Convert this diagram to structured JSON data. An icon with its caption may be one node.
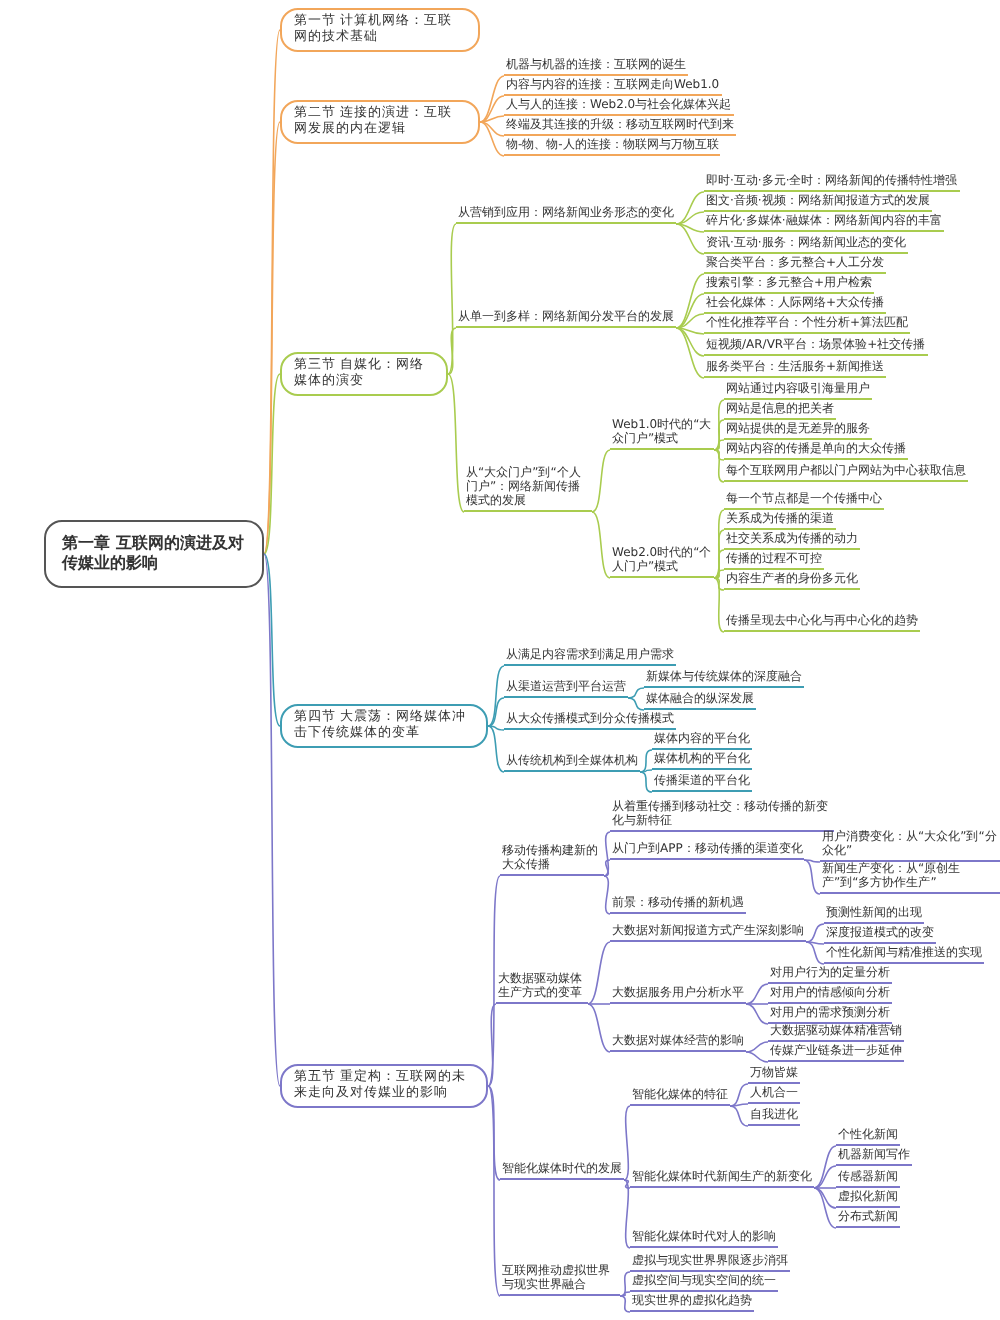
{
  "diagram": {
    "nodes": [
      {
        "text": [
          "第一章 互联网的演进及对传媒业的影响"
        ]
      },
      {
        "text": [
          "第一节 计算机网络：互联网的技术基础"
        ]
      },
      {
        "text": [
          "第二节 连接的演进：互联网发展的内在逻辑"
        ]
      },
      {
        "text": [
          "机器与机器的连接：互联网的诞生"
        ]
      },
      {
        "text": [
          "内容与内容的连接：互联网走向Web1.0"
        ]
      },
      {
        "text": [
          "人与人的连接：Web2.0与社会化媒体兴起"
        ]
      },
      {
        "text": [
          "终端及其连接的升级：移动互联网时代到来"
        ]
      },
      {
        "text": [
          "物-物、物-人的连接：物联网与万物互联"
        ]
      },
      {
        "text": [
          "第三节 自媒化：网络媒体的演变"
        ]
      },
      {
        "text": [
          "从营销到应用：网络新闻业务形态的变化"
        ]
      },
      {
        "text": [
          "即时·互动·多元·全时：网络新闻的传播特性增强"
        ]
      },
      {
        "text": [
          "图文·音频·视频：网络新闻报道方式的发展"
        ]
      },
      {
        "text": [
          "碎片化·多媒体·融媒体：网络新闻内容的丰富"
        ]
      },
      {
        "text": [
          "资讯·互动·服务：网络新闻业态的变化"
        ]
      },
      {
        "text": [
          "从单一到多样：网络新闻分发平台的发展"
        ]
      },
      {
        "text": [
          "聚合类平台：多元整合+人工分发"
        ]
      },
      {
        "text": [
          "搜索引擎：多元整合+用户检索"
        ]
      },
      {
        "text": [
          "社会化媒体：人际网络+大众传播"
        ]
      },
      {
        "text": [
          "个性化推荐平台：个性分析+算法匹配"
        ]
      },
      {
        "text": [
          "短视频/AR/VR平台：场景体验+社交传播"
        ]
      },
      {
        "text": [
          "服务类平台：生活服务+新闻推送"
        ]
      },
      {
        "text": [
          "从“大众门户”到“个人门户”：网络新闻传播模式的发展"
        ]
      },
      {
        "text": [
          "Web1.0时代的“大众门户”模式"
        ]
      },
      {
        "text": [
          "网站通过内容吸引海量用户"
        ]
      },
      {
        "text": [
          "网站是信息的把关者"
        ]
      },
      {
        "text": [
          "网站提供的是无差异的服务"
        ]
      },
      {
        "text": [
          "网站内容的传播是单向的大众传播"
        ]
      },
      {
        "text": [
          "每个互联网用户都以门户网站为中心获取信息"
        ]
      },
      {
        "text": [
          "Web2.0时代的“个人门户”模式"
        ]
      },
      {
        "text": [
          "每一个节点都是一个传播中心"
        ]
      },
      {
        "text": [
          "关系成为传播的渠道"
        ]
      },
      {
        "text": [
          "社交关系成为传播的动力"
        ]
      },
      {
        "text": [
          "传播的过程不可控"
        ]
      },
      {
        "text": [
          "内容生产者的身份多元化"
        ]
      },
      {
        "text": [
          "传播呈现去中心化与再中心化的趋势"
        ]
      },
      {
        "text": [
          "第四节 大震荡：网络媒体冲击下传统媒体的变革"
        ]
      },
      {
        "text": [
          "从满足内容需求到满足用户需求"
        ]
      },
      {
        "text": [
          "从渠道运营到平台运营"
        ]
      },
      {
        "text": [
          "新媒体与传统媒体的深度融合"
        ]
      },
      {
        "text": [
          "媒体融合的纵深发展"
        ]
      },
      {
        "text": [
          "从大众传播模式到分众传播模式"
        ]
      },
      {
        "text": [
          "从传统机构到全媒体机构"
        ]
      },
      {
        "text": [
          "媒体内容的平台化"
        ]
      },
      {
        "text": [
          "媒体机构的平台化"
        ]
      },
      {
        "text": [
          "传播渠道的平台化"
        ]
      },
      {
        "text": [
          "第五节 重定构：互联网的未来走向及对传媒业的影响"
        ]
      },
      {
        "text": [
          "移动传播构建新的大众传播"
        ]
      },
      {
        "text": [
          "从着重传播到移动社交：移动传播的新变化与新特征"
        ]
      },
      {
        "text": [
          "从门户到APP：移动传播的渠道变化"
        ]
      },
      {
        "text": [
          "用户消费变化：从“大众化”到“分众化”"
        ]
      },
      {
        "text": [
          "新闻生产变化：从“原创生产”到“多方协作生产”"
        ]
      },
      {
        "text": [
          "前景：移动传播的新机遇"
        ]
      },
      {
        "text": [
          "大数据驱动媒体生产方式的变革"
        ]
      },
      {
        "text": [
          "大数据对新闻报道方式产生深刻影响"
        ]
      },
      {
        "text": [
          "预测性新闻的出现"
        ]
      },
      {
        "text": [
          "深度报道模式的改变"
        ]
      },
      {
        "text": [
          "个性化新闻与精准推送的实现"
        ]
      },
      {
        "text": [
          "大数据服务用户分析水平"
        ]
      },
      {
        "text": [
          "对用户行为的定量分析"
        ]
      },
      {
        "text": [
          "对用户的情感倾向分析"
        ]
      },
      {
        "text": [
          "对用户的需求预测分析"
        ]
      },
      {
        "text": [
          "大数据对媒体经营的影响"
        ]
      },
      {
        "text": [
          "大数据驱动媒体精准营销"
        ]
      },
      {
        "text": [
          "传媒产业链条进一步延伸"
        ]
      },
      {
        "text": [
          "智能化媒体时代的发展"
        ]
      },
      {
        "text": [
          "智能化媒体的特征"
        ]
      },
      {
        "text": [
          "万物皆媒"
        ]
      },
      {
        "text": [
          "人机合一"
        ]
      },
      {
        "text": [
          "自我进化"
        ]
      },
      {
        "text": [
          "智能化媒体时代新闻生产的新变化"
        ]
      },
      {
        "text": [
          "个性化新闻"
        ]
      },
      {
        "text": [
          "机器新闻写作"
        ]
      },
      {
        "text": [
          "传感器新闻"
        ]
      },
      {
        "text": [
          "虚拟化新闻"
        ]
      },
      {
        "text": [
          "分布式新闻"
        ]
      },
      {
        "text": [
          "智能化媒体时代对人的影响"
        ]
      },
      {
        "text": [
          "互联网推动虚拟世界与现实世界融合"
        ]
      },
      {
        "text": [
          "虚拟与现实世界界限逐步消弭"
        ]
      },
      {
        "text": [
          "虚拟空间与现实空间的统一"
        ]
      },
      {
        "text": [
          "现实世界的虚拟化趋势"
        ]
      }
    ],
    "edges": [
      {
        "from": 0,
        "to": 1,
        "arrow": "none",
        "color": "#f2a65a"
      },
      {
        "from": 0,
        "to": 2,
        "arrow": "none",
        "color": "#f2a65a"
      },
      {
        "from": 2,
        "to": 3,
        "arrow": "none",
        "color": "#f2a65a"
      },
      {
        "from": 2,
        "to": 4,
        "arrow": "none",
        "color": "#f2a65a"
      },
      {
        "from": 2,
        "to": 5,
        "arrow": "none",
        "color": "#f2a65a"
      },
      {
        "from": 2,
        "to": 6,
        "arrow": "none",
        "color": "#f2a65a"
      },
      {
        "from": 2,
        "to": 7,
        "arrow": "none",
        "color": "#f2a65a"
      },
      {
        "from": 0,
        "to": 8,
        "arrow": "none",
        "color": "#a9cc4f"
      },
      {
        "from": 8,
        "to": 9,
        "arrow": "none",
        "color": "#a9cc4f"
      },
      {
        "from": 9,
        "to": 10,
        "arrow": "none",
        "color": "#a9cc4f"
      },
      {
        "from": 9,
        "to": 11,
        "arrow": "none",
        "color": "#a9cc4f"
      },
      {
        "from": 9,
        "to": 12,
        "arrow": "none",
        "color": "#a9cc4f"
      },
      {
        "from": 9,
        "to": 13,
        "arrow": "none",
        "color": "#a9cc4f"
      },
      {
        "from": 8,
        "to": 14,
        "arrow": "none",
        "color": "#a9cc4f"
      },
      {
        "from": 14,
        "to": 15,
        "arrow": "none",
        "color": "#a9cc4f"
      },
      {
        "from": 14,
        "to": 16,
        "arrow": "none",
        "color": "#a9cc4f"
      },
      {
        "from": 14,
        "to": 17,
        "arrow": "none",
        "color": "#a9cc4f"
      },
      {
        "from": 14,
        "to": 18,
        "arrow": "none",
        "color": "#a9cc4f"
      },
      {
        "from": 14,
        "to": 19,
        "arrow": "none",
        "color": "#a9cc4f"
      },
      {
        "from": 14,
        "to": 20,
        "arrow": "none",
        "color": "#a9cc4f"
      },
      {
        "from": 8,
        "to": 21,
        "arrow": "none",
        "color": "#a9cc4f"
      },
      {
        "from": 21,
        "to": 22,
        "arrow": "none",
        "color": "#a9cc4f"
      },
      {
        "from": 22,
        "to": 23,
        "arrow": "none",
        "color": "#a9cc4f"
      },
      {
        "from": 22,
        "to": 24,
        "arrow": "none",
        "color": "#a9cc4f"
      },
      {
        "from": 22,
        "to": 25,
        "arrow": "none",
        "color": "#a9cc4f"
      },
      {
        "from": 22,
        "to": 26,
        "arrow": "none",
        "color": "#a9cc4f"
      },
      {
        "from": 22,
        "to": 27,
        "arrow": "none",
        "color": "#a9cc4f"
      },
      {
        "from": 21,
        "to": 28,
        "arrow": "none",
        "color": "#a9cc4f"
      },
      {
        "from": 28,
        "to": 29,
        "arrow": "none",
        "color": "#a9cc4f"
      },
      {
        "from": 28,
        "to": 30,
        "arrow": "none",
        "color": "#a9cc4f"
      },
      {
        "from": 28,
        "to": 31,
        "arrow": "none",
        "color": "#a9cc4f"
      },
      {
        "from": 28,
        "to": 32,
        "arrow": "none",
        "color": "#a9cc4f"
      },
      {
        "from": 28,
        "to": 33,
        "arrow": "none",
        "color": "#a9cc4f"
      },
      {
        "from": 28,
        "to": 34,
        "arrow": "none",
        "color": "#a9cc4f"
      },
      {
        "from": 0,
        "to": 35,
        "arrow": "none",
        "color": "#3d9db3"
      },
      {
        "from": 35,
        "to": 36,
        "arrow": "none",
        "color": "#3d9db3"
      },
      {
        "from": 35,
        "to": 37,
        "arrow": "none",
        "color": "#3d9db3"
      },
      {
        "from": 37,
        "to": 38,
        "arrow": "none",
        "color": "#3d9db3"
      },
      {
        "from": 37,
        "to": 39,
        "arrow": "none",
        "color": "#3d9db3"
      },
      {
        "from": 35,
        "to": 40,
        "arrow": "none",
        "color": "#3d9db3"
      },
      {
        "from": 35,
        "to": 41,
        "arrow": "none",
        "color": "#3d9db3"
      },
      {
        "from": 41,
        "to": 42,
        "arrow": "none",
        "color": "#3d9db3"
      },
      {
        "from": 41,
        "to": 43,
        "arrow": "none",
        "color": "#3d9db3"
      },
      {
        "from": 41,
        "to": 44,
        "arrow": "none",
        "color": "#3d9db3"
      },
      {
        "from": 0,
        "to": 45,
        "arrow": "none"
      },
      {
        "from": 45,
        "to": 46,
        "arrow": "none"
      },
      {
        "from": 46,
        "to": 47,
        "arrow": "none"
      },
      {
        "from": 46,
        "to": 48,
        "arrow": "none"
      },
      {
        "from": 48,
        "to": 49,
        "arrow": "none"
      },
      {
        "from": 48,
        "to": 50,
        "arrow": "none"
      },
      {
        "from": 46,
        "to": 51,
        "arrow": "none"
      },
      {
        "from": 45,
        "to": 52,
        "arrow": "none"
      },
      {
        "from": 52,
        "to": 53,
        "arrow": "none"
      },
      {
        "from": 53,
        "to": 54,
        "arrow": "none"
      },
      {
        "from": 53,
        "to": 55,
        "arrow": "none"
      },
      {
        "from": 53,
        "to": 56,
        "arrow": "none"
      },
      {
        "from": 52,
        "to": 57,
        "arrow": "none"
      },
      {
        "from": 57,
        "to": 58,
        "arrow": "none"
      },
      {
        "from": 57,
        "to": 59,
        "arrow": "none"
      },
      {
        "from": 57,
        "to": 60,
        "arrow": "none"
      },
      {
        "from": 52,
        "to": 61,
        "arrow": "none"
      },
      {
        "from": 61,
        "to": 62,
        "arrow": "none"
      },
      {
        "from": 61,
        "to": 63,
        "arrow": "none"
      },
      {
        "from": 45,
        "to": 64,
        "arrow": "none"
      },
      {
        "from": 64,
        "to": 65,
        "arrow": "none"
      },
      {
        "from": 65,
        "to": 66,
        "arrow": "none"
      },
      {
        "from": 65,
        "to": 67,
        "arrow": "none"
      },
      {
        "from": 65,
        "to": 68,
        "arrow": "none"
      },
      {
        "from": 64,
        "to": 69,
        "arrow": "none"
      },
      {
        "from": 69,
        "to": 70,
        "arrow": "none"
      },
      {
        "from": 69,
        "to": 71,
        "arrow": "none"
      },
      {
        "from": 69,
        "to": 72,
        "arrow": "none"
      },
      {
        "from": 69,
        "to": 73,
        "arrow": "none"
      },
      {
        "from": 69,
        "to": 74,
        "arrow": "none"
      },
      {
        "from": 64,
        "to": 75,
        "arrow": "none"
      },
      {
        "from": 45,
        "to": 76,
        "arrow": "none"
      },
      {
        "from": 76,
        "to": 77,
        "arrow": "none"
      },
      {
        "from": 76,
        "to": 78,
        "arrow": "none"
      },
      {
        "from": 76,
        "to": 79,
        "arrow": "none"
      }
    ]
  }
}
